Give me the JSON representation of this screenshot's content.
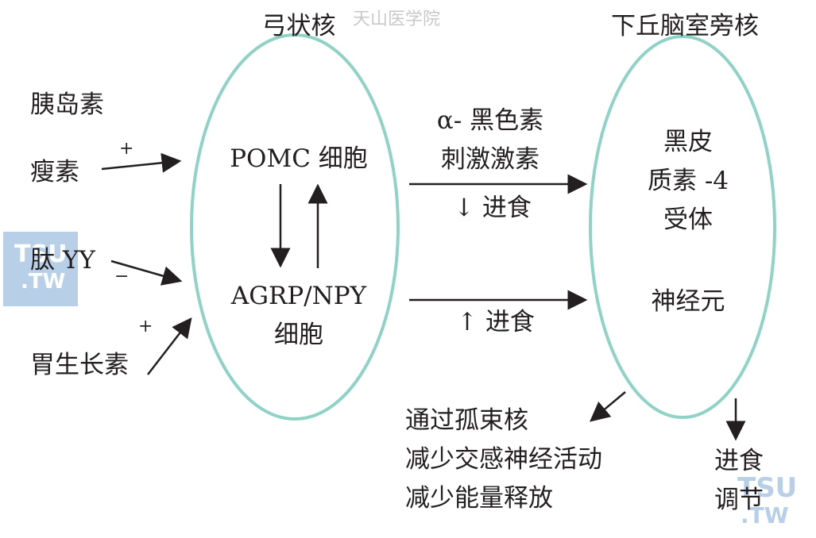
{
  "watermark": {
    "top": "天山医学院",
    "brand_line1": "TSU",
    "brand_line2": ".TW"
  },
  "colors": {
    "ellipse": "#8fd3c6",
    "arrow": "#231f20",
    "text": "#231f20",
    "tsu_box": "#b8cfe8",
    "tsu_text": "#b8cfe8"
  },
  "arcuate": {
    "title": "弓状核",
    "pomc": "POMC 细胞",
    "agrp_line1": "AGRP/NPY",
    "agrp_line2": "细胞"
  },
  "pvn": {
    "title": "下丘脑室旁核",
    "receptor_line1": "黑皮",
    "receptor_line2": "质素 -4",
    "receptor_line3": "受体",
    "neuron": "神经元"
  },
  "inputs": {
    "insulin": "胰岛素",
    "leptin": "瘦素",
    "leptin_sign": "+",
    "pyy": "肽 YY",
    "pyy_sign": "−",
    "ghrelin": "胃生长素",
    "ghrelin_sign": "+"
  },
  "pathways": {
    "msh_line1": "α- 黑色素",
    "msh_line2": "刺激激素",
    "down_feeding": "↓ 进食",
    "up_feeding": "↑ 进食"
  },
  "outputs": {
    "nts_line1": "通过孤束核",
    "nts_line2": "减少交感神经活动",
    "nts_line3": "减少能量释放",
    "feeding_line1": "进食",
    "feeding_line2": "调节"
  }
}
